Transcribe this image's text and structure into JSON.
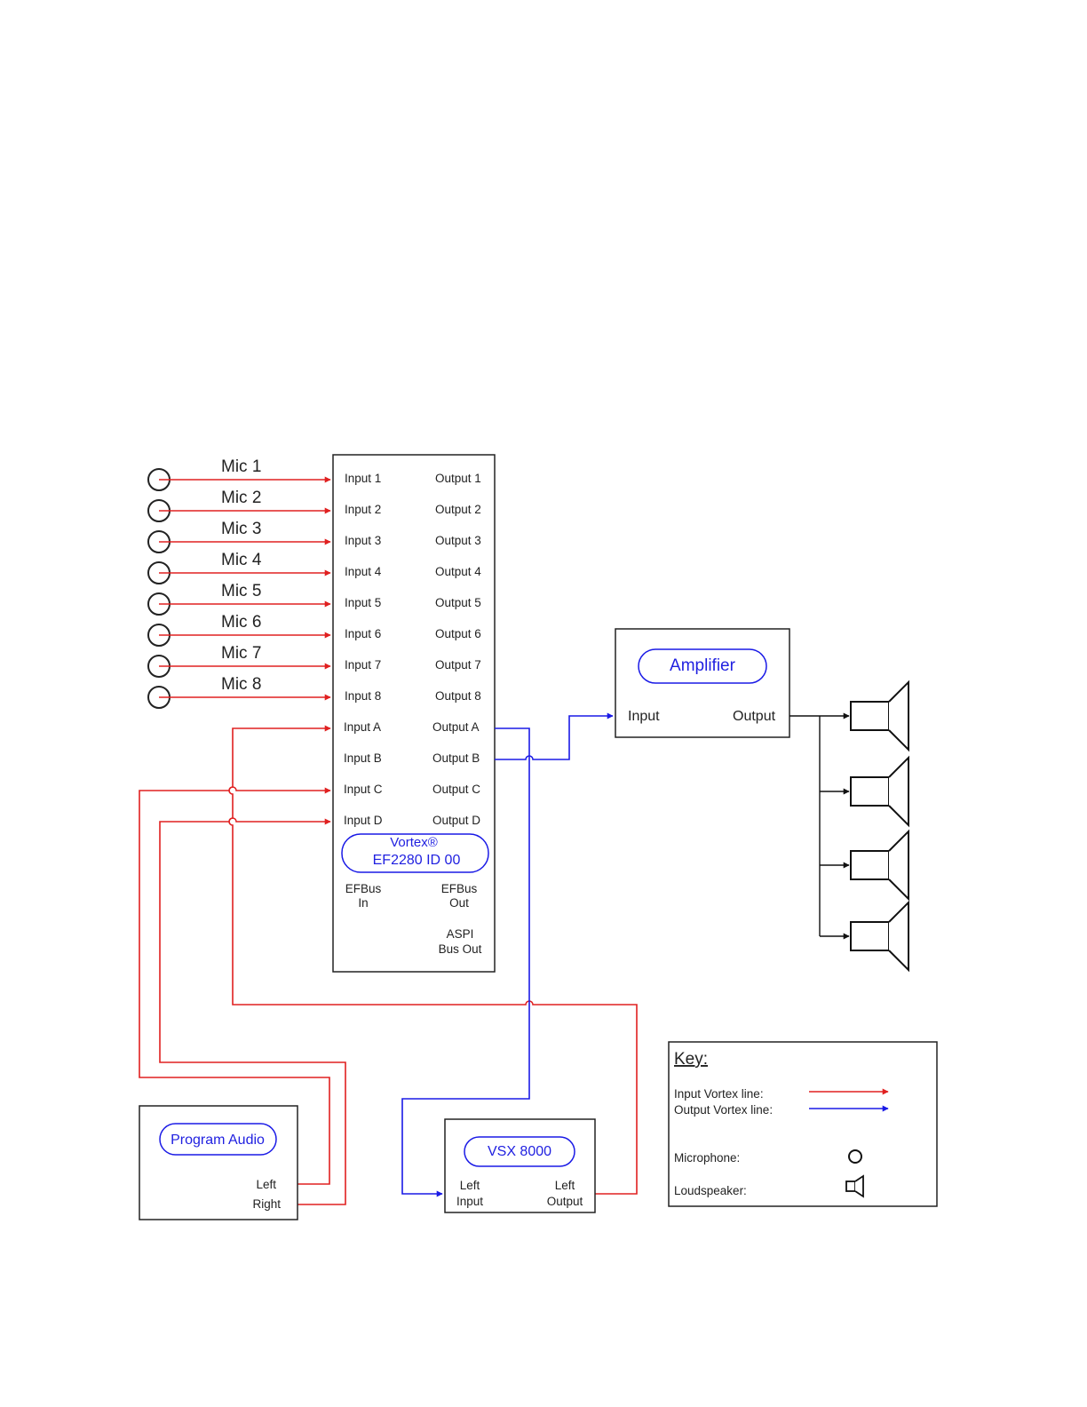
{
  "mics": [
    "Mic 1",
    "Mic 2",
    "Mic 3",
    "Mic 4",
    "Mic 5",
    "Mic 6",
    "Mic 7",
    "Mic 8"
  ],
  "vortex": {
    "inputs": [
      "Input 1",
      "Input 2",
      "Input 3",
      "Input 4",
      "Input 5",
      "Input 6",
      "Input 7",
      "Input 8",
      "Input A",
      "Input B",
      "Input C",
      "Input D"
    ],
    "outputs": [
      "Output 1",
      "Output 2",
      "Output 3",
      "Output 4",
      "Output 5",
      "Output 6",
      "Output 7",
      "Output 8",
      "Output A",
      "Output B",
      "Output C",
      "Output D"
    ],
    "name_line1": "Vortex®",
    "name_line2": "EF2280 ID 00",
    "efbus_in_1": "EFBus",
    "efbus_in_2": "In",
    "efbus_out_1": "EFBus",
    "efbus_out_2": "Out",
    "aspi_1": "ASPI",
    "aspi_2": "Bus Out"
  },
  "amplifier": {
    "title": "Amplifier",
    "input": "Input",
    "output": "Output"
  },
  "program_audio": {
    "title": "Program Audio",
    "left": "Left",
    "right": "Right"
  },
  "vsx": {
    "title": "VSX 8000",
    "left_input_1": "Left",
    "left_input_2": "Input",
    "left_output_1": "Left",
    "left_output_2": "Output"
  },
  "key": {
    "title": "Key:",
    "input_line": "Input Vortex line:",
    "output_line": "Output Vortex line:",
    "microphone": "Microphone:",
    "loudspeaker": "Loudspeaker:"
  },
  "colors": {
    "input_line": "#e02020",
    "output_line": "#1a1ae6",
    "label_blue": "#1f1fe0",
    "stroke": "#222222"
  }
}
